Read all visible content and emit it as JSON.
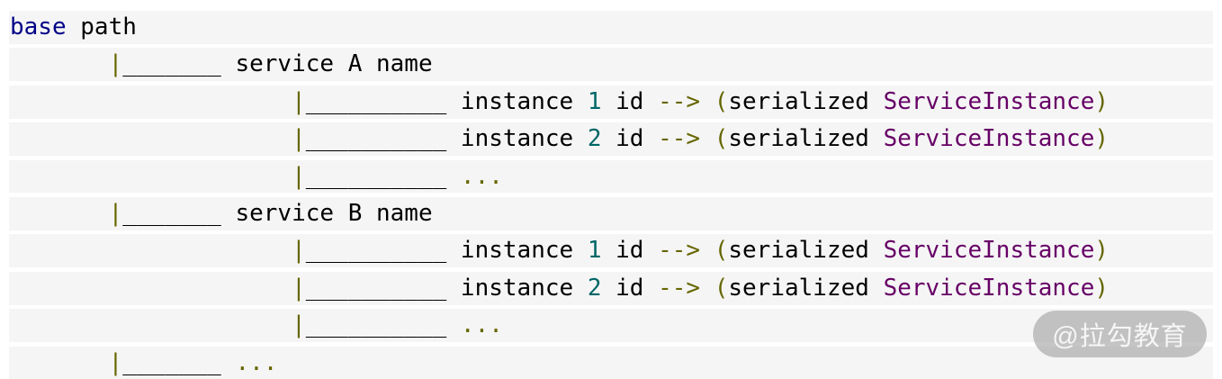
{
  "code_block": {
    "page_background": "#ffffff",
    "line_background": "#f5f5f5",
    "palette": {
      "plain": "#000000",
      "keyword": "#000088",
      "punctuation": "#666600",
      "literal": "#006666",
      "type": "#660066"
    },
    "lines": [
      {
        "tokens": [
          {
            "t": "base",
            "c": "keyword"
          },
          {
            "t": " path",
            "c": "plain"
          }
        ]
      },
      {
        "tokens": [
          {
            "t": "       ",
            "c": "plain"
          },
          {
            "t": "|",
            "c": "punctuation"
          },
          {
            "t": "_______ service A name",
            "c": "plain"
          }
        ]
      },
      {
        "tokens": [
          {
            "t": "                    ",
            "c": "plain"
          },
          {
            "t": "|",
            "c": "punctuation"
          },
          {
            "t": "__________ instance ",
            "c": "plain"
          },
          {
            "t": "1",
            "c": "literal"
          },
          {
            "t": " id ",
            "c": "plain"
          },
          {
            "t": "-->",
            "c": "punctuation"
          },
          {
            "t": " ",
            "c": "plain"
          },
          {
            "t": "(",
            "c": "punctuation"
          },
          {
            "t": "serialized ",
            "c": "plain"
          },
          {
            "t": "ServiceInstance",
            "c": "type"
          },
          {
            "t": ")",
            "c": "punctuation"
          }
        ]
      },
      {
        "tokens": [
          {
            "t": "                    ",
            "c": "plain"
          },
          {
            "t": "|",
            "c": "punctuation"
          },
          {
            "t": "__________ instance ",
            "c": "plain"
          },
          {
            "t": "2",
            "c": "literal"
          },
          {
            "t": " id ",
            "c": "plain"
          },
          {
            "t": "-->",
            "c": "punctuation"
          },
          {
            "t": " ",
            "c": "plain"
          },
          {
            "t": "(",
            "c": "punctuation"
          },
          {
            "t": "serialized ",
            "c": "plain"
          },
          {
            "t": "ServiceInstance",
            "c": "type"
          },
          {
            "t": ")",
            "c": "punctuation"
          }
        ]
      },
      {
        "tokens": [
          {
            "t": "                    ",
            "c": "plain"
          },
          {
            "t": "|",
            "c": "punctuation"
          },
          {
            "t": "__________ ",
            "c": "plain"
          },
          {
            "t": "...",
            "c": "punctuation"
          }
        ]
      },
      {
        "tokens": [
          {
            "t": "       ",
            "c": "plain"
          },
          {
            "t": "|",
            "c": "punctuation"
          },
          {
            "t": "_______ service B name",
            "c": "plain"
          }
        ]
      },
      {
        "tokens": [
          {
            "t": "                    ",
            "c": "plain"
          },
          {
            "t": "|",
            "c": "punctuation"
          },
          {
            "t": "__________ instance ",
            "c": "plain"
          },
          {
            "t": "1",
            "c": "literal"
          },
          {
            "t": " id ",
            "c": "plain"
          },
          {
            "t": "-->",
            "c": "punctuation"
          },
          {
            "t": " ",
            "c": "plain"
          },
          {
            "t": "(",
            "c": "punctuation"
          },
          {
            "t": "serialized ",
            "c": "plain"
          },
          {
            "t": "ServiceInstance",
            "c": "type"
          },
          {
            "t": ")",
            "c": "punctuation"
          }
        ]
      },
      {
        "tokens": [
          {
            "t": "                    ",
            "c": "plain"
          },
          {
            "t": "|",
            "c": "punctuation"
          },
          {
            "t": "__________ instance ",
            "c": "plain"
          },
          {
            "t": "2",
            "c": "literal"
          },
          {
            "t": " id ",
            "c": "plain"
          },
          {
            "t": "-->",
            "c": "punctuation"
          },
          {
            "t": " ",
            "c": "plain"
          },
          {
            "t": "(",
            "c": "punctuation"
          },
          {
            "t": "serialized ",
            "c": "plain"
          },
          {
            "t": "ServiceInstance",
            "c": "type"
          },
          {
            "t": ")",
            "c": "punctuation"
          }
        ]
      },
      {
        "tokens": [
          {
            "t": "                    ",
            "c": "plain"
          },
          {
            "t": "|",
            "c": "punctuation"
          },
          {
            "t": "__________ ",
            "c": "plain"
          },
          {
            "t": "...",
            "c": "punctuation"
          }
        ]
      },
      {
        "tokens": [
          {
            "t": "       ",
            "c": "plain"
          },
          {
            "t": "|",
            "c": "punctuation"
          },
          {
            "t": "_______ ",
            "c": "plain"
          },
          {
            "t": "...",
            "c": "punctuation"
          }
        ]
      }
    ]
  },
  "watermark": {
    "text": "@拉勾教育"
  }
}
